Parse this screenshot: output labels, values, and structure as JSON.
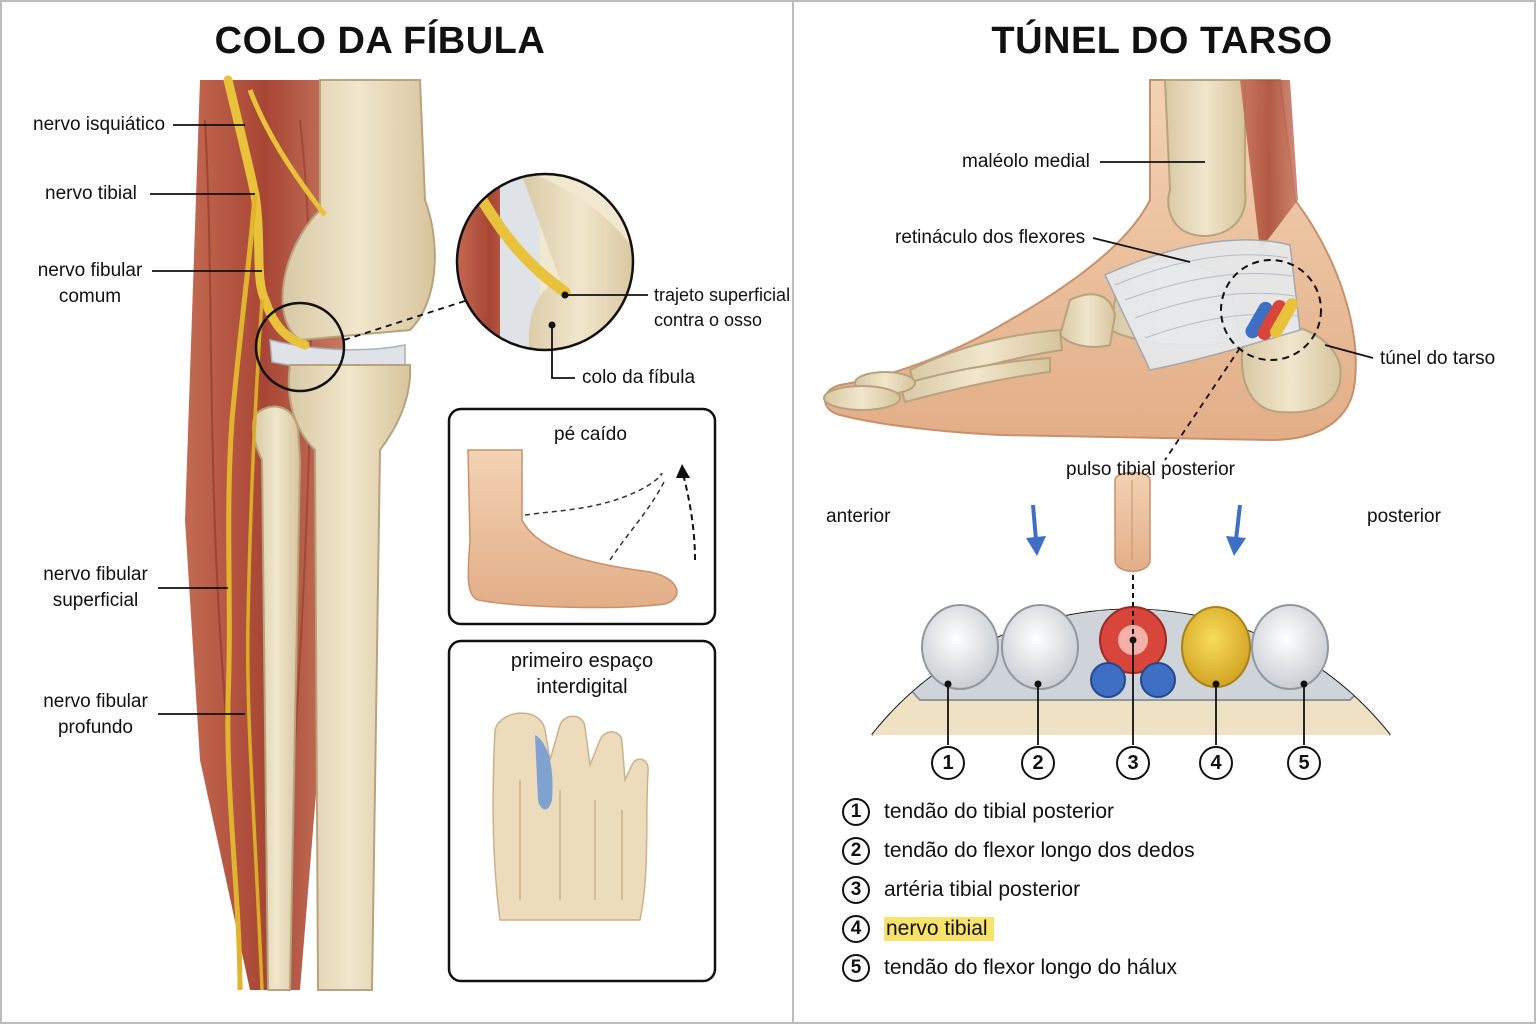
{
  "left": {
    "title": "COLO DA FÍBULA",
    "labels": {
      "sciatic": "nervo isquiático",
      "tibial": "nervo tibial",
      "common_fibular_1": "nervo fibular",
      "common_fibular_2": "comum",
      "superficial_fibular_1": "nervo fibular",
      "superficial_fibular_2": "superficial",
      "deep_fibular_1": "nervo fibular",
      "deep_fibular_2": "profundo",
      "superficial_course_1": "trajeto superficial",
      "superficial_course_2": "contra o osso",
      "fibular_neck": "colo da fíbula"
    },
    "panels": {
      "foot_drop": "pé caído",
      "first_web_1": "primeiro espaço",
      "first_web_2": "interdigital"
    }
  },
  "right": {
    "title": "TÚNEL DO TARSO",
    "labels": {
      "medial_malleolus": "maléolo medial",
      "flexor_retinaculum": "retináculo dos flexores",
      "tarsal_tunnel": "túnel do tarso",
      "pulse": "pulso tibial posterior",
      "anterior": "anterior",
      "posterior": "posterior"
    },
    "numbers": [
      "1",
      "2",
      "3",
      "4",
      "5"
    ],
    "legend": [
      {
        "num": "1",
        "text": "tendão do tibial posterior",
        "highlight": false
      },
      {
        "num": "2",
        "text": "tendão do flexor longo dos dedos",
        "highlight": false
      },
      {
        "num": "3",
        "text": "artéria tibial posterior",
        "highlight": false
      },
      {
        "num": "4",
        "text": "nervo tibial",
        "highlight": true
      },
      {
        "num": "5",
        "text": "tendão do flexor longo do hálux",
        "highlight": false
      }
    ]
  },
  "colors": {
    "nerve": "#e8c23a",
    "muscle": "#b8553f",
    "bone": "#e9dcc0",
    "skin": "#f0c9a6",
    "artery": "#d8453a",
    "vein": "#3f6fc4",
    "highlight": "#f7e36a"
  }
}
